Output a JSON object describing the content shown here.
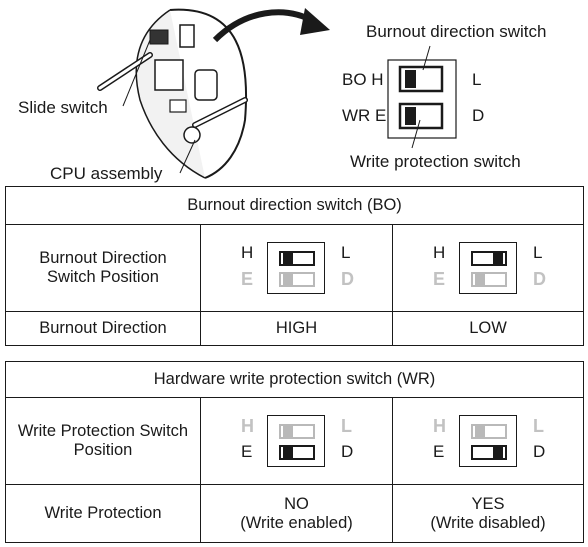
{
  "figure": {
    "slide_switch_label": "Slide switch",
    "cpu_assembly_label": "CPU assembly",
    "burnout_switch_label": "Burnout direction switch",
    "write_protection_switch_label": "Write protection switch",
    "row_top": {
      "left": "BO H",
      "right": "L"
    },
    "row_bottom": {
      "left": "WR E",
      "right": "D"
    }
  },
  "burnout_table": {
    "header": "Burnout direction switch (BO)",
    "position_label": "Burnout Direction Switch Position",
    "direction_label": "Burnout Direction",
    "col1": {
      "top_left": "H",
      "top_right": "L",
      "bottom_left": "E",
      "bottom_right": "D",
      "result": "HIGH"
    },
    "col2": {
      "top_left": "H",
      "top_right": "L",
      "bottom_left": "E",
      "bottom_right": "D",
      "result": "LOW"
    }
  },
  "wr_table": {
    "header": "Hardware write protection switch (WR)",
    "position_label": "Write Protection Switch Position",
    "protection_label": "Write Protection",
    "col1": {
      "top_left": "H",
      "top_right": "L",
      "bottom_left": "E",
      "bottom_right": "D",
      "result_line1": "NO",
      "result_line2": "(Write enabled)"
    },
    "col2": {
      "top_left": "H",
      "top_right": "L",
      "bottom_left": "E",
      "bottom_right": "D",
      "result_line1": "YES",
      "result_line2": "(Write disabled)"
    }
  },
  "colors": {
    "ink": "#1a1a1a",
    "faint": "#b9b9b9"
  }
}
